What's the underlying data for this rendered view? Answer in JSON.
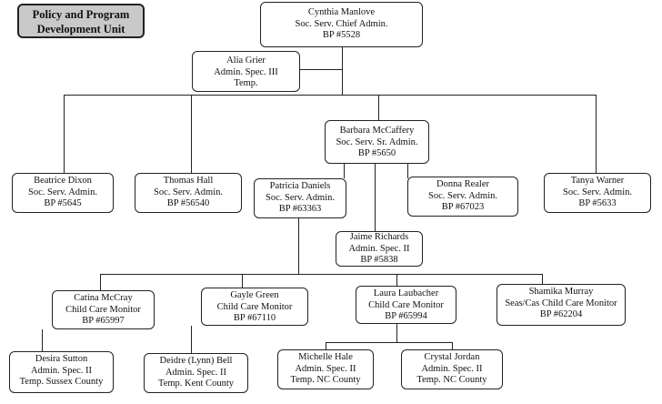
{
  "unit_title": [
    "Policy and Program",
    "Development Unit"
  ],
  "nodes": {
    "manlove": [
      "Cynthia Manlove",
      "Soc. Serv. Chief Admin.",
      "BP #5528"
    ],
    "grier": [
      "Alia Grier",
      "Admin. Spec. III",
      "Temp."
    ],
    "mccaffery": [
      "Barbara McCaffery",
      "Soc. Serv. Sr. Admin.",
      "BP #5650"
    ],
    "dixon": [
      "Beatrice Dixon",
      "Soc. Serv. Admin.",
      "BP #5645"
    ],
    "hall": [
      "Thomas Hall",
      "Soc. Serv. Admin.",
      "BP #56540"
    ],
    "daniels": [
      "Patricia Daniels",
      "Soc. Serv. Admin.",
      "BP #63363"
    ],
    "realer": [
      "Donna Realer",
      "Soc. Serv. Admin.",
      "BP #67023"
    ],
    "warner": [
      "Tanya Warner",
      "Soc. Serv. Admin.",
      "BP #5633"
    ],
    "richards": [
      "Jaime Richards",
      "Admin. Spec. II",
      "BP #5838"
    ],
    "mccray": [
      "Catina McCray",
      "Child Care Monitor",
      "BP #65997"
    ],
    "green": [
      "Gayle Green",
      "Child Care Monitor",
      "BP #67110"
    ],
    "laubacher": [
      "Laura Laubacher",
      "Child Care Monitor",
      "BP #65994"
    ],
    "murray": [
      "Shamika Murray",
      "Seas/Cas Child Care Monitor",
      "BP #62204"
    ],
    "sutton": [
      "Desira Sutton",
      "Admin. Spec. II",
      "Temp. Sussex County"
    ],
    "bell": [
      "Deidre (Lynn) Bell",
      "Admin. Spec. II",
      "Temp. Kent County"
    ],
    "hale": [
      "Michelle Hale",
      "Admin. Spec. II",
      "Temp. NC County"
    ],
    "jordan": [
      "Crystal Jordan",
      "Admin. Spec. II",
      "Temp. NC County"
    ]
  }
}
